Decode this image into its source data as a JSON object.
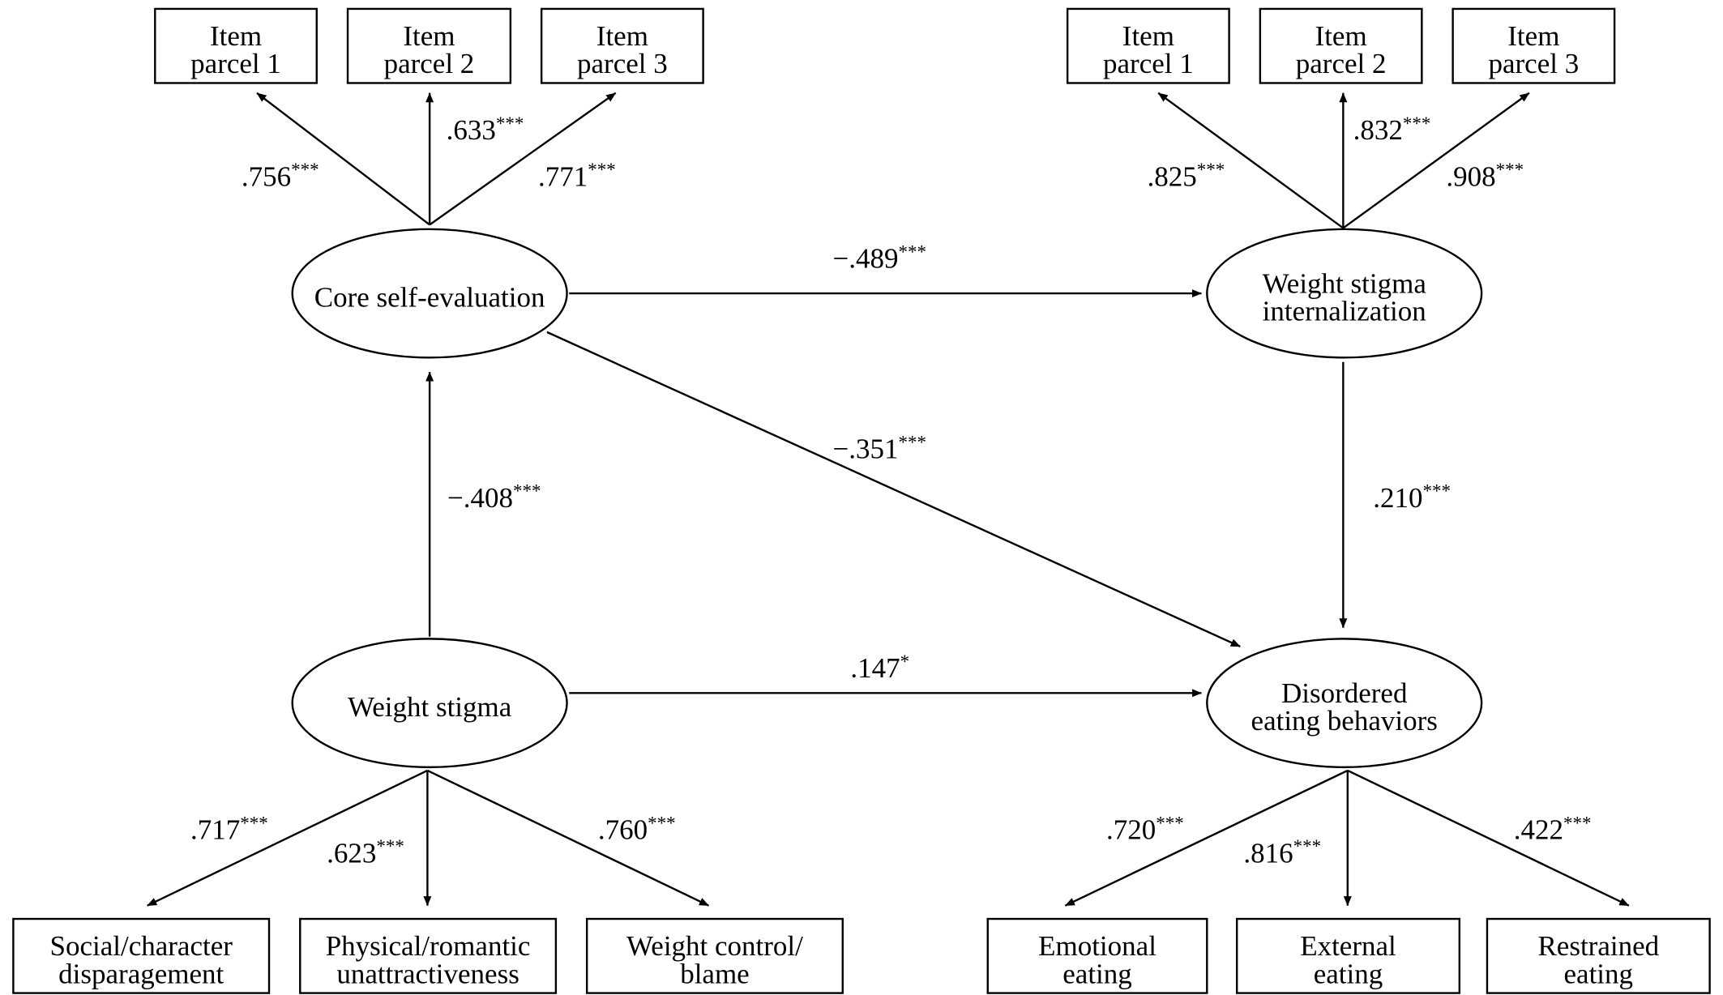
{
  "diagram": {
    "latent": {
      "core_self_evaluation": {
        "lines": [
          "Core self-evaluation"
        ]
      },
      "weight_stigma_internalization": {
        "lines": [
          "Weight stigma",
          "internalization"
        ]
      },
      "weight_stigma": {
        "lines": [
          "Weight stigma"
        ]
      },
      "disordered_eating": {
        "lines": [
          "Disordered",
          "eating behaviors"
        ]
      }
    },
    "indicators": {
      "cse_parcel_1": {
        "lines": [
          "Item",
          "parcel 1"
        ]
      },
      "cse_parcel_2": {
        "lines": [
          "Item",
          "parcel 2"
        ]
      },
      "cse_parcel_3": {
        "lines": [
          "Item",
          "parcel 3"
        ]
      },
      "wsi_parcel_1": {
        "lines": [
          "Item",
          "parcel 1"
        ]
      },
      "wsi_parcel_2": {
        "lines": [
          "Item",
          "parcel 2"
        ]
      },
      "wsi_parcel_3": {
        "lines": [
          "Item",
          "parcel 3"
        ]
      },
      "ws_social": {
        "lines": [
          "Social/character",
          "disparagement"
        ]
      },
      "ws_physical": {
        "lines": [
          "Physical/romantic",
          "unattractiveness"
        ]
      },
      "ws_control": {
        "lines": [
          "Weight control/",
          "blame"
        ]
      },
      "deb_emotional": {
        "lines": [
          "Emotional",
          "eating"
        ]
      },
      "deb_external": {
        "lines": [
          "External",
          "eating"
        ]
      },
      "deb_restrained": {
        "lines": [
          "Restrained",
          "eating"
        ]
      }
    },
    "paths": [
      {
        "from": "core_self_evaluation",
        "to": "cse_parcel_1",
        "coef": ".756",
        "sig": "***"
      },
      {
        "from": "core_self_evaluation",
        "to": "cse_parcel_2",
        "coef": ".633",
        "sig": "***"
      },
      {
        "from": "core_self_evaluation",
        "to": "cse_parcel_3",
        "coef": ".771",
        "sig": "***"
      },
      {
        "from": "weight_stigma_internalization",
        "to": "wsi_parcel_1",
        "coef": ".825",
        "sig": "***"
      },
      {
        "from": "weight_stigma_internalization",
        "to": "wsi_parcel_2",
        "coef": ".832",
        "sig": "***"
      },
      {
        "from": "weight_stigma_internalization",
        "to": "wsi_parcel_3",
        "coef": ".908",
        "sig": "***"
      },
      {
        "from": "core_self_evaluation",
        "to": "weight_stigma_internalization",
        "coef": "−.489",
        "sig": "***"
      },
      {
        "from": "core_self_evaluation",
        "to": "disordered_eating",
        "coef": "−.351",
        "sig": "***"
      },
      {
        "from": "weight_stigma",
        "to": "core_self_evaluation",
        "coef": "−.408",
        "sig": "***"
      },
      {
        "from": "weight_stigma_internalization",
        "to": "disordered_eating",
        "coef": ".210",
        "sig": "***"
      },
      {
        "from": "weight_stigma",
        "to": "disordered_eating",
        "coef": ".147",
        "sig": "*"
      },
      {
        "from": "weight_stigma",
        "to": "ws_social",
        "coef": ".717",
        "sig": "***"
      },
      {
        "from": "weight_stigma",
        "to": "ws_physical",
        "coef": ".623",
        "sig": "***"
      },
      {
        "from": "weight_stigma",
        "to": "ws_control",
        "coef": ".760",
        "sig": "***"
      },
      {
        "from": "disordered_eating",
        "to": "deb_emotional",
        "coef": ".720",
        "sig": "***"
      },
      {
        "from": "disordered_eating",
        "to": "deb_external",
        "coef": ".816",
        "sig": "***"
      },
      {
        "from": "disordered_eating",
        "to": "deb_restrained",
        "coef": ".422",
        "sig": "***"
      }
    ]
  }
}
